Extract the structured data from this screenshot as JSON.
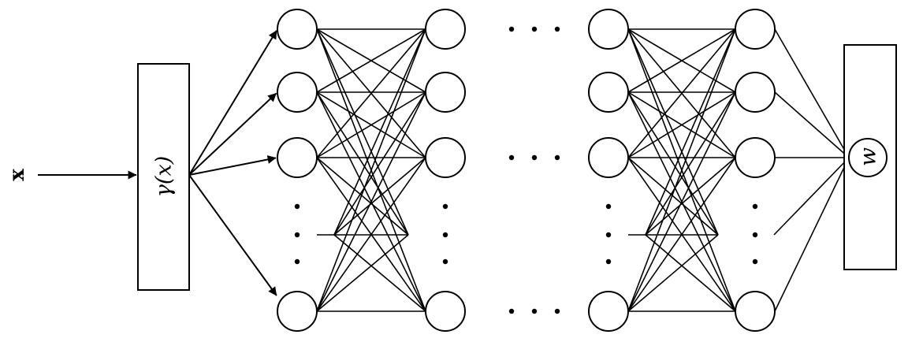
{
  "diagram": {
    "input_label": "x",
    "encoding_label": "γ(x)",
    "output_label": "w",
    "colors": {
      "stroke": "#000000",
      "background": "#ffffff"
    }
  }
}
